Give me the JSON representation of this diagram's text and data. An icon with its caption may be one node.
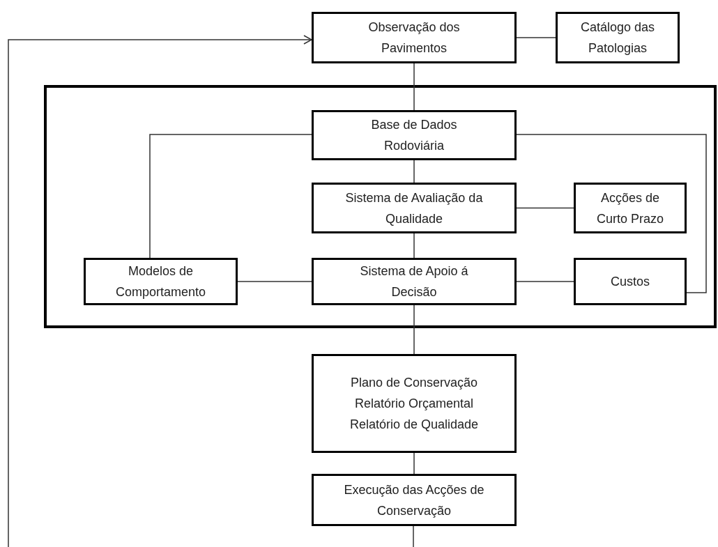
{
  "diagram": {
    "nodes": [
      {
        "text": [
          "Observação dos Pavimentos"
        ]
      },
      {
        "text": [
          "Catálogo das Patologias"
        ]
      },
      {
        "text": [],
        "shape": "box"
      },
      {
        "text": [
          "Base de Dados Rodoviária"
        ],
        "in": 2
      },
      {
        "text": [
          "Sistema de Avaliação da Qualidade"
        ],
        "in": 2
      },
      {
        "text": [
          "Acções de Curto Prazo"
        ],
        "in": 2
      },
      {
        "text": [
          "Modelos de Comportamento"
        ],
        "in": 2
      },
      {
        "text": [
          "Sistema de Apoio á Decisão"
        ],
        "in": 2
      },
      {
        "text": [
          "Custos"
        ],
        "in": 2
      },
      {
        "text": [
          "Plano de Conservação Relatório Orçamental Relatório de Qualidade"
        ]
      },
      {
        "text": [
          "Execução das Acções de Conservação"
        ]
      }
    ],
    "edges": [
      {
        "from": 0,
        "to": 1,
        "arrow": "none"
      },
      {
        "from": 0,
        "to": 3,
        "arrow": "none"
      },
      {
        "from": 3,
        "to": 4,
        "arrow": "none"
      },
      {
        "from": 4,
        "to": 5,
        "arrow": "none"
      },
      {
        "from": 4,
        "to": 7,
        "arrow": "none"
      },
      {
        "from": 3,
        "to": 6,
        "arrow": "none"
      },
      {
        "from": 3,
        "to": 8,
        "arrow": "none"
      },
      {
        "from": 6,
        "to": 7,
        "arrow": "none"
      },
      {
        "from": 7,
        "to": 8,
        "arrow": "none"
      },
      {
        "from": 7,
        "to": 9,
        "arrow": "none"
      },
      {
        "from": 9,
        "to": 10,
        "arrow": "none"
      },
      {
        "from": 10,
        "to": null,
        "arrow": "none"
      },
      {
        "from": null,
        "to": 0,
        "arrow": "to"
      }
    ]
  }
}
